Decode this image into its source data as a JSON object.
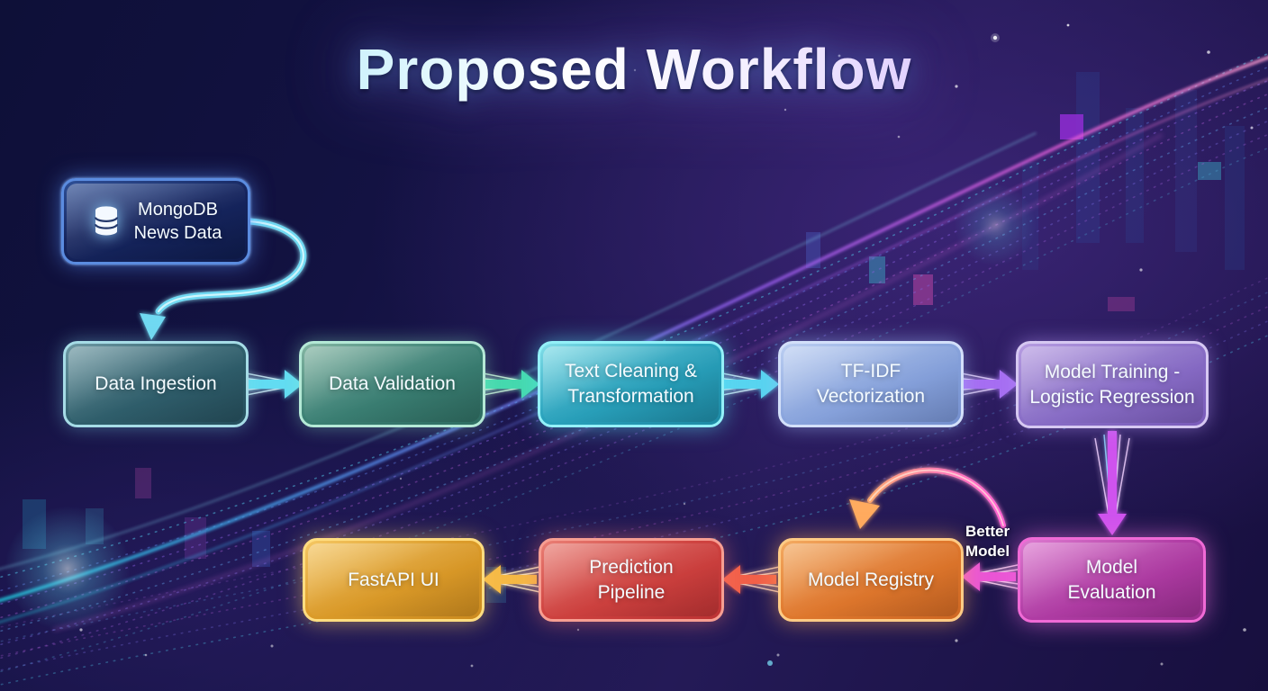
{
  "title": "Proposed Workflow",
  "annotations": {
    "better_model": {
      "lines": [
        "Better",
        "Model"
      ]
    }
  },
  "nodes": {
    "source": {
      "label": "MongoDB News Data",
      "lines": [
        "MongoDB",
        "News Data"
      ],
      "color": "#16255e",
      "border": "#5b8ce0",
      "icon": "database-icon"
    },
    "data_ingestion": {
      "label": "Data Ingestion",
      "lines": [
        "Data Ingestion"
      ],
      "color": "#31616e",
      "border": "#a6dce6"
    },
    "data_validation": {
      "label": "Data Validation",
      "lines": [
        "Data Validation"
      ],
      "color": "#3c8175",
      "border": "#b4e9d6"
    },
    "text_cleaning": {
      "label": "Text Cleaning & Transformation",
      "lines": [
        "Text Cleaning &",
        "Transformation"
      ],
      "color": "#2aa3bd",
      "border": "#93f1f8"
    },
    "tfidf": {
      "label": "TF-IDF Vectorization",
      "lines": [
        "TF-IDF",
        "Vectorization"
      ],
      "color": "#8aa5dd",
      "border": "#d3e0fa"
    },
    "model_training": {
      "label": "Model Training - Logistic Regression",
      "lines": [
        "Model Training -",
        "Logistic Regression"
      ],
      "color": "#8a6fc7",
      "border": "#d6c8f2"
    },
    "model_evaluation": {
      "label": "Model Evaluation",
      "lines": [
        "Model",
        "Evaluation"
      ],
      "color": "#b23ea6",
      "border": "#f06ad6"
    },
    "model_registry": {
      "label": "Model Registry",
      "lines": [
        "Model Registry"
      ],
      "color": "#e0792e",
      "border": "#ffcb85"
    },
    "prediction_pipeline": {
      "label": "Prediction Pipeline",
      "lines": [
        "Prediction",
        "Pipeline"
      ],
      "color": "#cf4340",
      "border": "#f79e92"
    },
    "fastapi_ui": {
      "label": "FastAPI UI",
      "lines": [
        "FastAPI UI"
      ],
      "color": "#dc9c2a",
      "border": "#ffdd80"
    }
  },
  "edges": [
    {
      "from": "MongoDB News Data",
      "to": "Data Ingestion"
    },
    {
      "from": "Data Ingestion",
      "to": "Data Validation"
    },
    {
      "from": "Data Validation",
      "to": "Text Cleaning & Transformation"
    },
    {
      "from": "Text Cleaning & Transformation",
      "to": "TF-IDF Vectorization"
    },
    {
      "from": "TF-IDF Vectorization",
      "to": "Model Training - Logistic Regression"
    },
    {
      "from": "Model Training - Logistic Regression",
      "to": "Model Evaluation"
    },
    {
      "from": "Model Evaluation",
      "to": "Model Registry",
      "label": "Better Model"
    },
    {
      "from": "Model Registry",
      "to": "Prediction Pipeline"
    },
    {
      "from": "Prediction Pipeline",
      "to": "FastAPI UI"
    }
  ]
}
